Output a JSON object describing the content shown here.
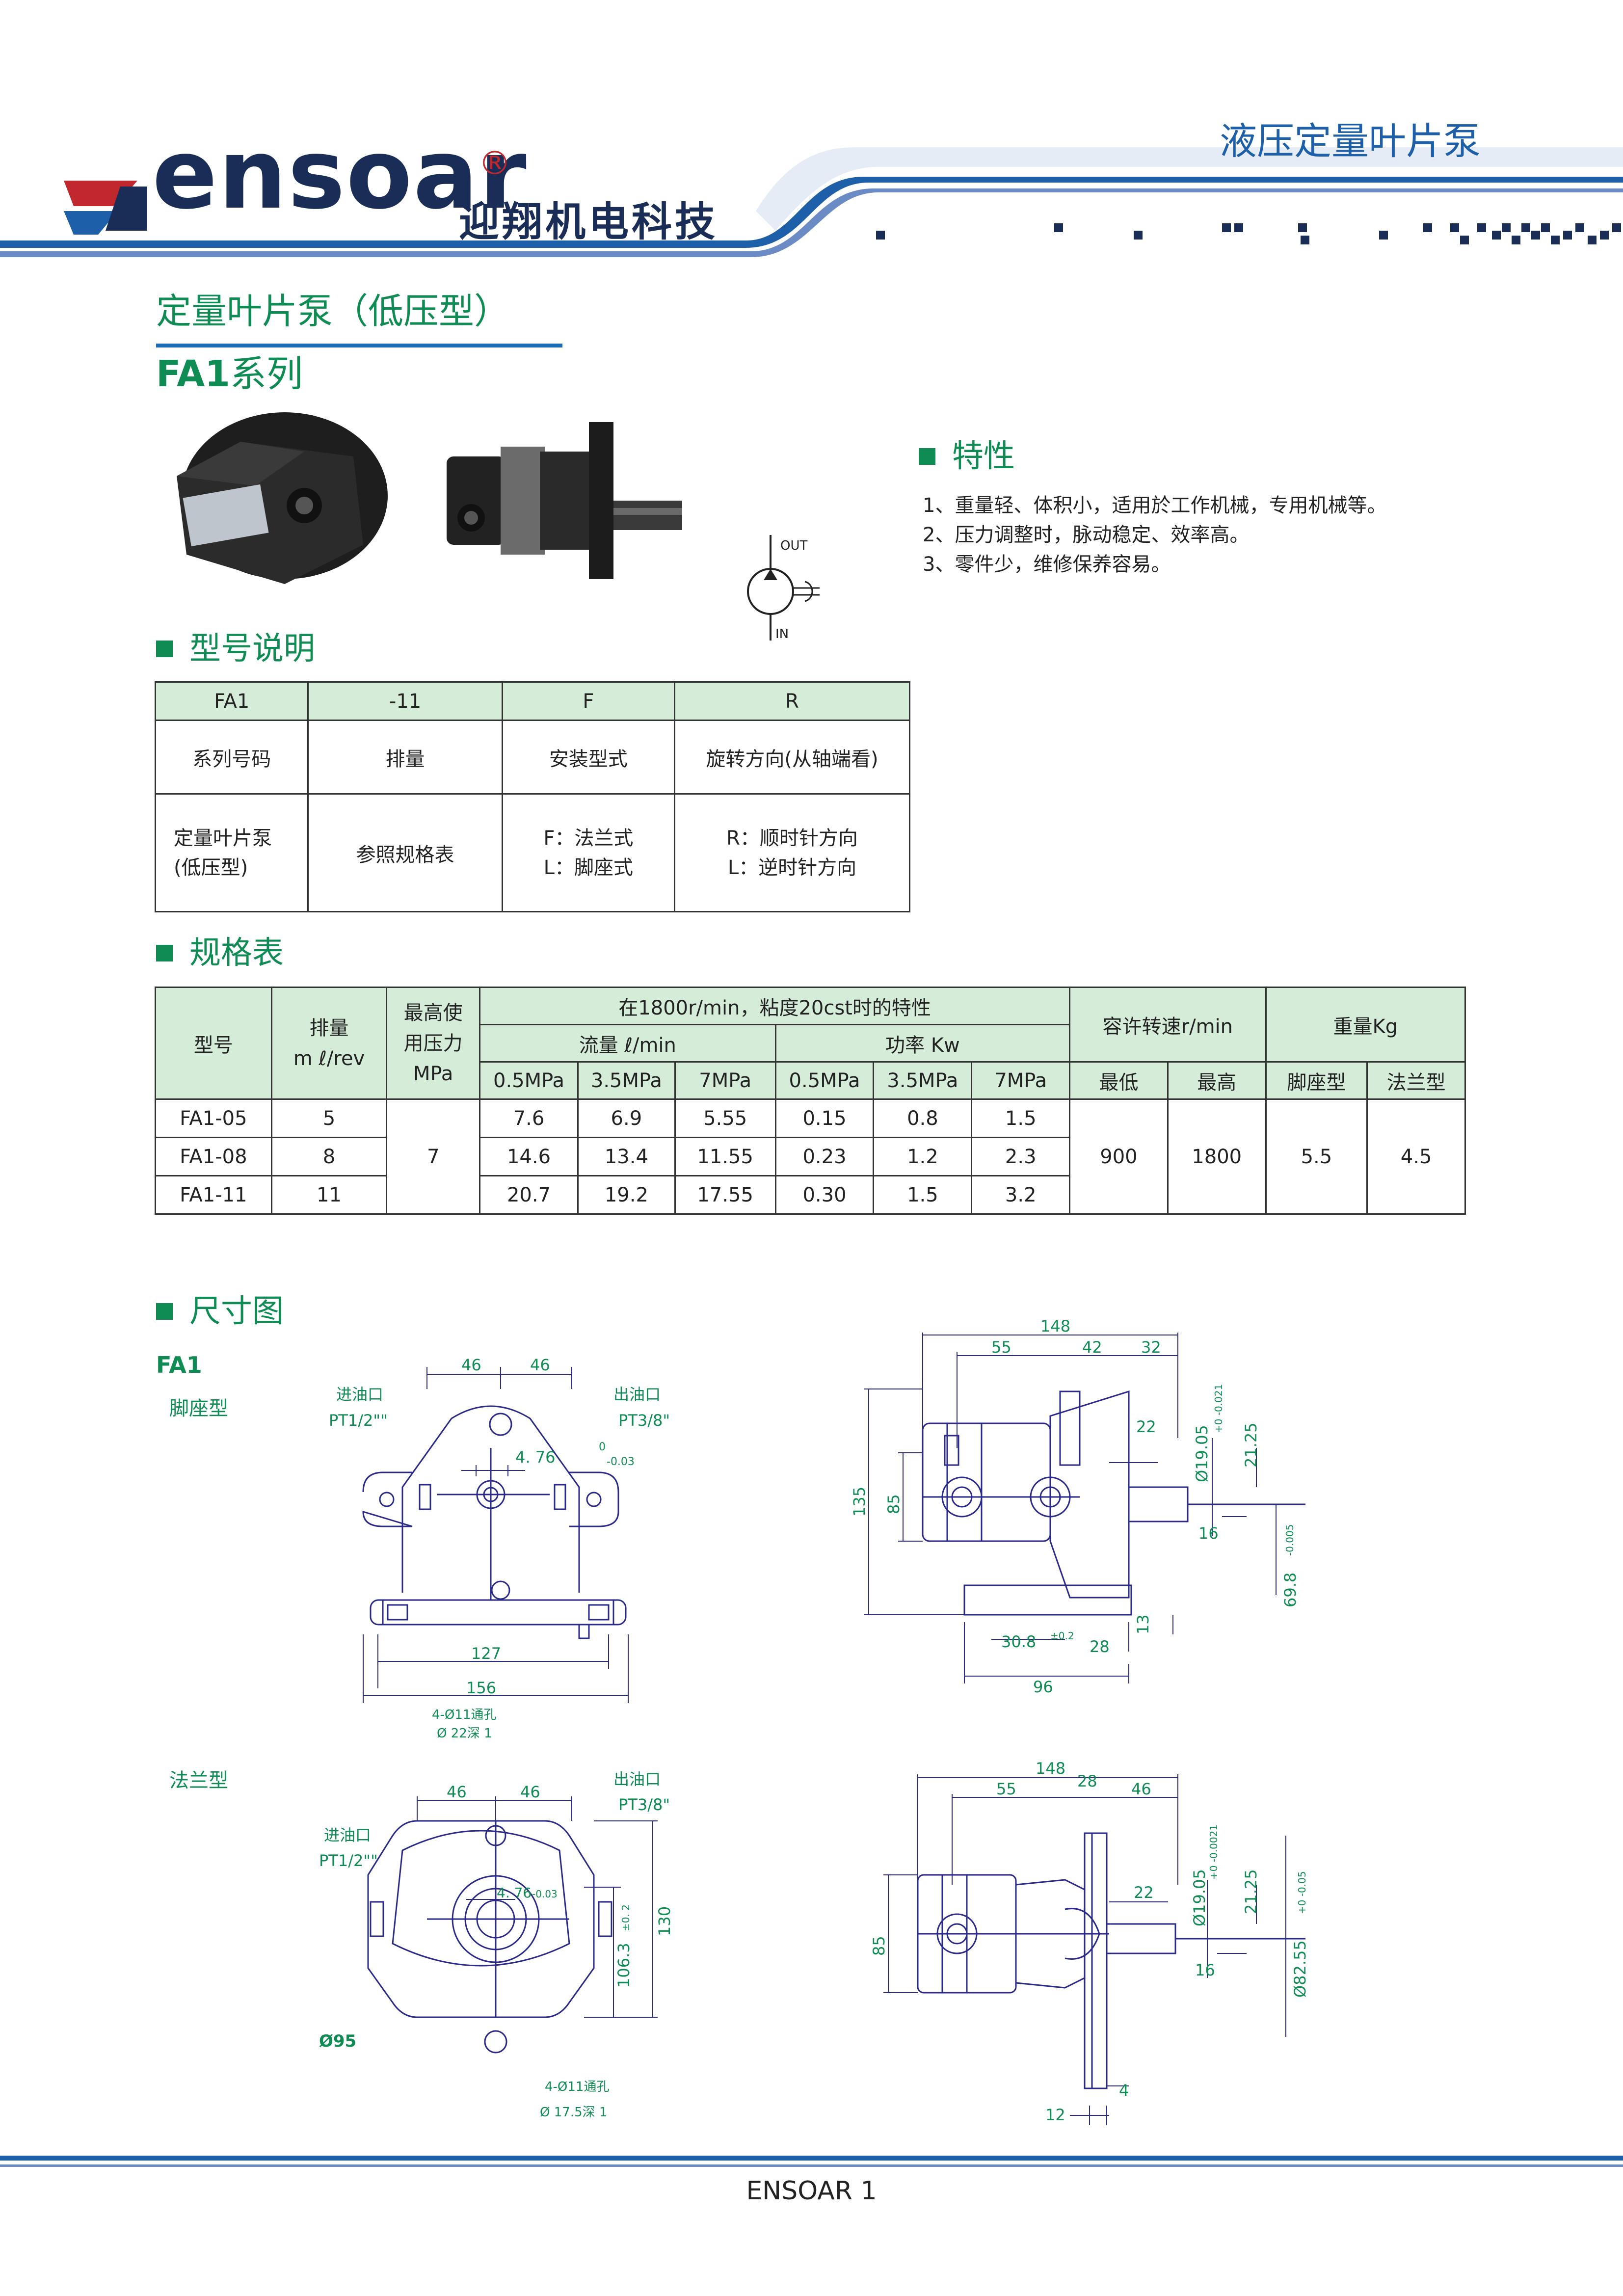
{
  "header": {
    "brand": "ensoar",
    "brand_mark": "®",
    "brand_cn": "迎翔机电科技",
    "title": "液压定量叶片泵"
  },
  "page": {
    "section_title": "定量叶片泵（低压型）",
    "series_code": "FA1",
    "series_word": "系列"
  },
  "symbol": {
    "out_label": "OUT",
    "in_label": "IN"
  },
  "features": {
    "heading": "特性",
    "items": [
      "1、重量轻、体积小，适用於工作机械，专用机械等。",
      "2、压力调整时，脉动稳定、效率高。",
      "3、零件少，维修保养容易。"
    ]
  },
  "model_code": {
    "heading": "型号说明",
    "codes": [
      "FA1",
      "-11",
      "F",
      "R"
    ],
    "names": [
      "系列号码",
      "排量",
      "安装型式",
      "旋转方向(从轴端看)"
    ],
    "desc": [
      [
        "定量叶片泵",
        "(低压型)"
      ],
      [
        "参照规格表"
      ],
      [
        "F：法兰式",
        "L：脚座式"
      ],
      [
        "R：顺时针方向",
        "L：逆时针方向"
      ]
    ]
  },
  "spec_table": {
    "heading": "规格表",
    "h_model": "型号",
    "h_disp": "排量",
    "h_disp_unit": "m ℓ/rev",
    "h_press": [
      "最高使",
      "用压力",
      "MPa"
    ],
    "h_cond": "在1800r/min，粘度20cst时的特性",
    "h_flow": "流量 ℓ/min",
    "h_power": "功率 Kw",
    "h_speed": "容许转速r/min",
    "h_weight": "重量Kg",
    "h_press_cols": [
      "0.5MPa",
      "3.5MPa",
      "7MPa",
      "0.5MPa",
      "3.5MPa",
      "7MPa"
    ],
    "h_speed_cols": [
      "最低",
      "最高"
    ],
    "h_weight_cols": [
      "脚座型",
      "法兰型"
    ],
    "rows": [
      {
        "model": "FA1-05",
        "disp": "5",
        "flow": [
          "7.6",
          "6.9",
          "5.55"
        ],
        "power": [
          "0.15",
          "0.8",
          "1.5"
        ]
      },
      {
        "model": "FA1-08",
        "disp": "8",
        "flow": [
          "14.6",
          "13.4",
          "11.55"
        ],
        "power": [
          "0.23",
          "1.2",
          "2.3"
        ]
      },
      {
        "model": "FA1-11",
        "disp": "11",
        "flow": [
          "20.7",
          "19.2",
          "17.55"
        ],
        "power": [
          "0.30",
          "1.5",
          "3.2"
        ]
      }
    ],
    "max_pressure": "7",
    "speed_min": "900",
    "speed_max": "1800",
    "weight_foot": "5.5",
    "weight_flange": "4.5"
  },
  "dimensions": {
    "heading": "尺寸图",
    "model": "FA1",
    "foot_type": "脚座型",
    "flange_type": "法兰型",
    "foot_front": {
      "d46a": "46",
      "d46b": "46",
      "inlet": "进油口",
      "inlet_size": "PT1/2\"\"",
      "outlet": "出油口",
      "outlet_size": "PT3/8\"",
      "d476": "4. 76",
      "tol": "0",
      "tol2": "-0.03",
      "d127": "127",
      "d156": "156",
      "holes": "4-Ø11通孔",
      "holes2": "Ø 22深 1"
    },
    "foot_side": {
      "d148": "148",
      "d55": "55",
      "d42": "42",
      "d32": "32",
      "d22": "22",
      "shaft": "Ø19.05",
      "shaft_tol": "+0 -0.021",
      "d2125": "21.25",
      "d135": "135",
      "d85": "85",
      "d16": "16",
      "d698": "69.8",
      "d698_tol": "-0.005",
      "d308": "30.8",
      "d308_tol": "±0.2",
      "d28": "28",
      "d13": "13",
      "d96": "96"
    },
    "flange_front": {
      "d46a": "46",
      "d46b": "46",
      "inlet": "进油口",
      "inlet_size": "PT1/2\"\"",
      "outlet": "出油口",
      "outlet_size": "PT3/8\"",
      "d476": "4. 76",
      "tol": "-0.03",
      "d1063": "106.3",
      "d1063_tol": "±0. 2",
      "d130": "130",
      "dia95": "Ø95",
      "holes": "4-Ø11通孔",
      "holes2": "Ø 17.5深 1"
    },
    "flange_side": {
      "d148": "148",
      "d55": "55",
      "d28": "28",
      "d46": "46",
      "d22": "22",
      "shaft": "Ø19.05",
      "shaft_tol": "+0 -0.0021",
      "d2125": "21.25",
      "d85": "85",
      "d16": "16",
      "d8255": "Ø82.55",
      "d8255_tol": "+0 -0.05",
      "d4": "4",
      "d12": "12"
    }
  },
  "footer": {
    "text": "ENSOAR  1"
  },
  "colors": {
    "green": "#0f8c54",
    "blue": "#1d5fa8",
    "navy": "#1a2d57",
    "table_header": "#d5ecd9",
    "drawing": "#2a2a8a"
  }
}
